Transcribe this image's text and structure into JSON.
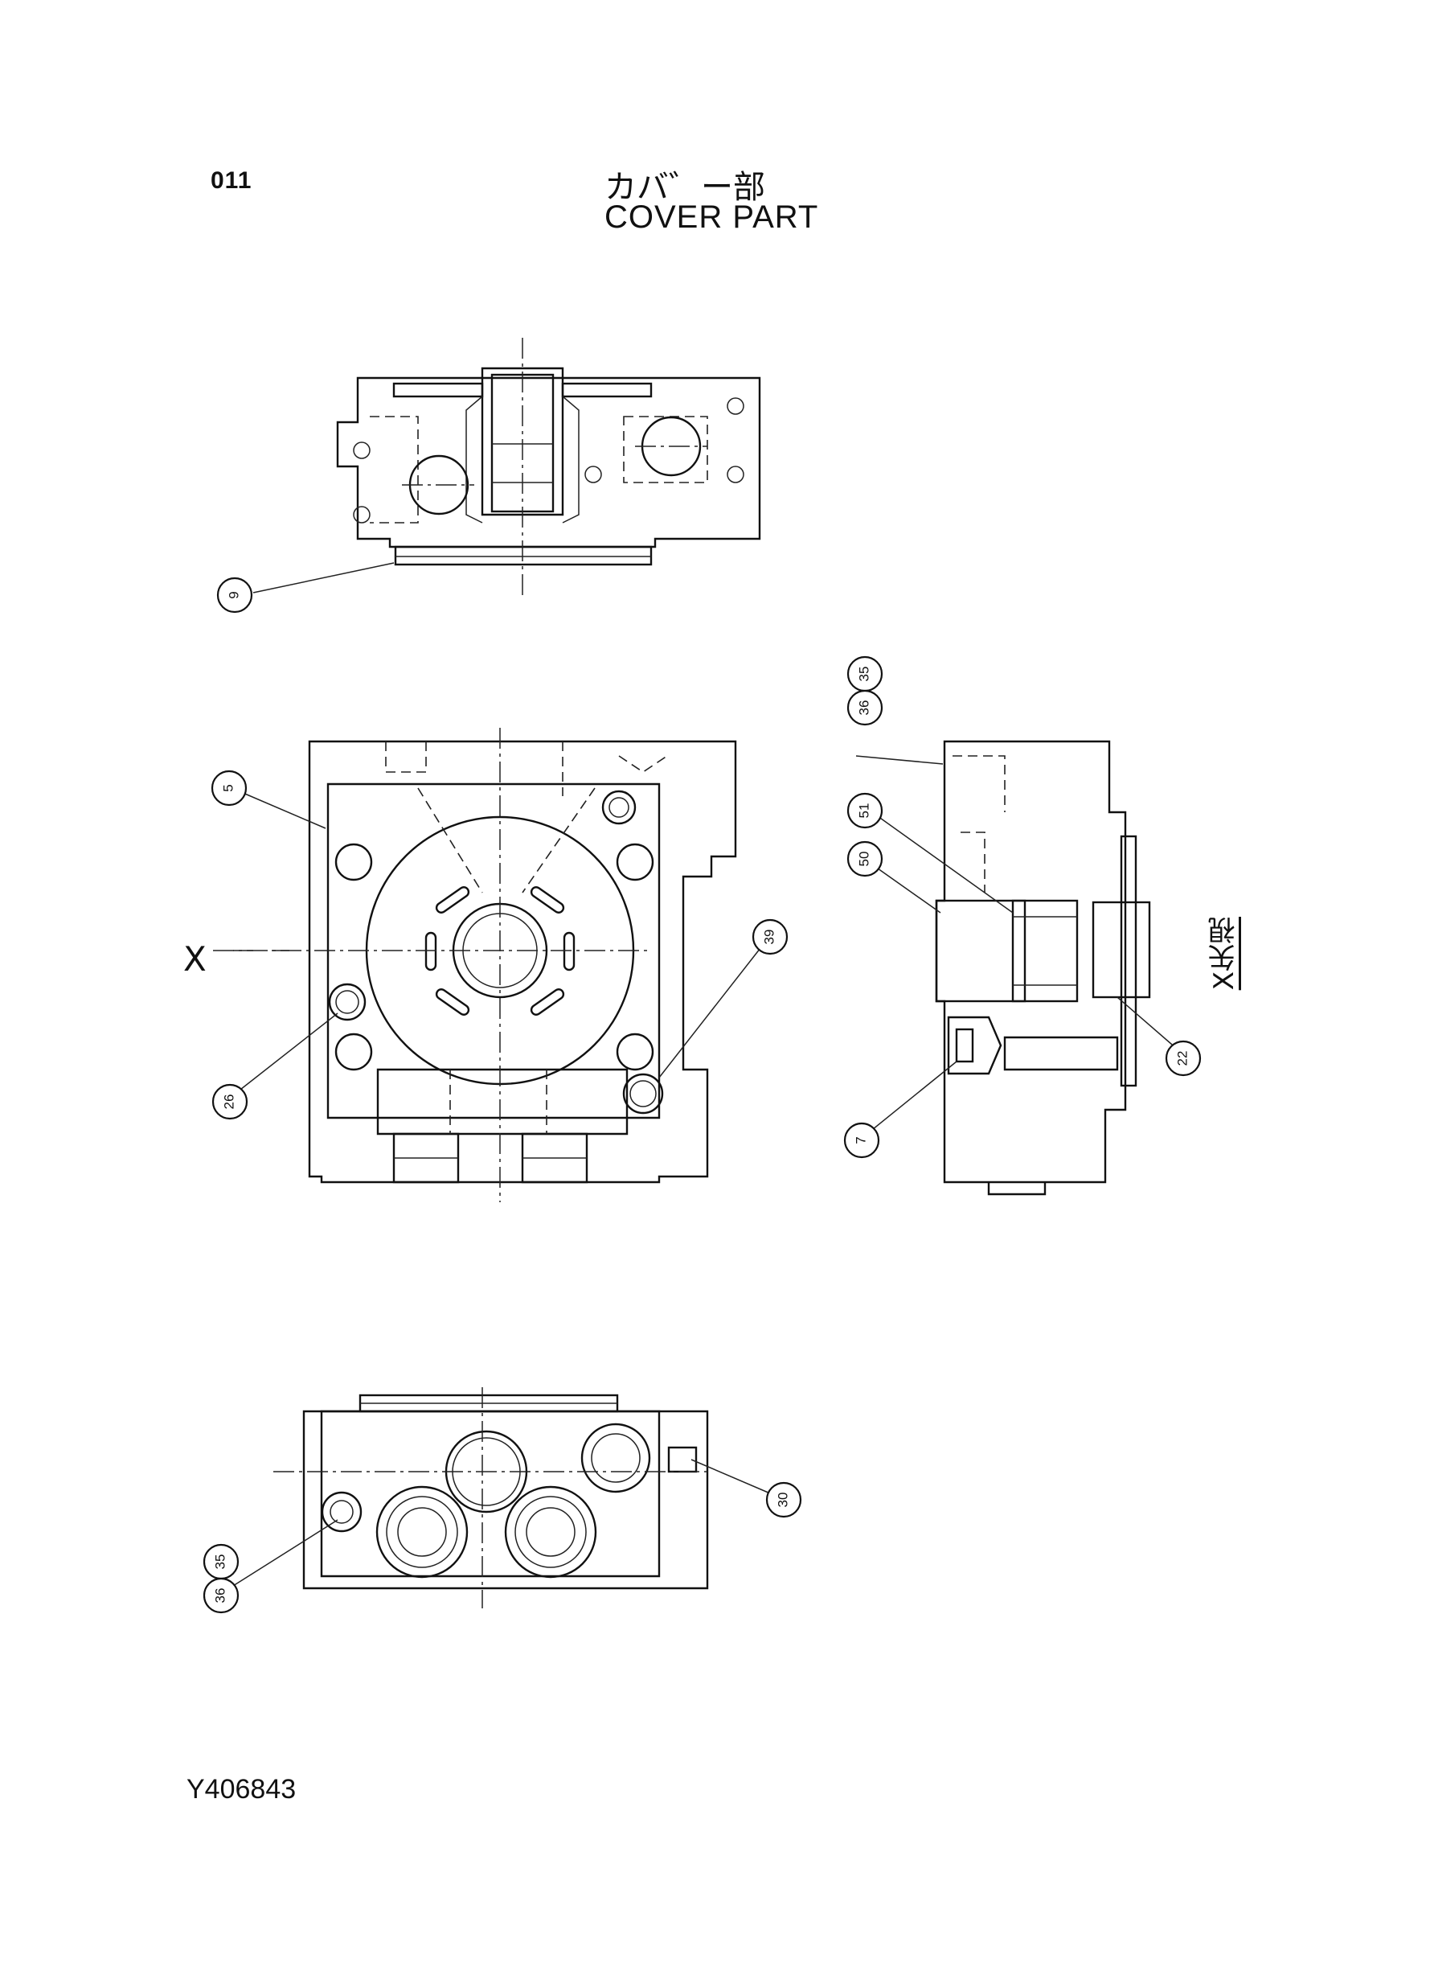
{
  "header": {
    "page_number": "011",
    "title_ja": "カバ゛ー部",
    "title_en": "COVER PART"
  },
  "view": {
    "label": "X",
    "note": "X矢視"
  },
  "callouts": {
    "top_view": [
      "9"
    ],
    "front_view": [
      "5",
      "39",
      "26"
    ],
    "side_view": [
      "35",
      "36",
      "51",
      "50",
      "22",
      "7"
    ],
    "bottom_view": [
      "30",
      "35",
      "36"
    ]
  },
  "footer": {
    "drawing_number": "Y406843"
  }
}
